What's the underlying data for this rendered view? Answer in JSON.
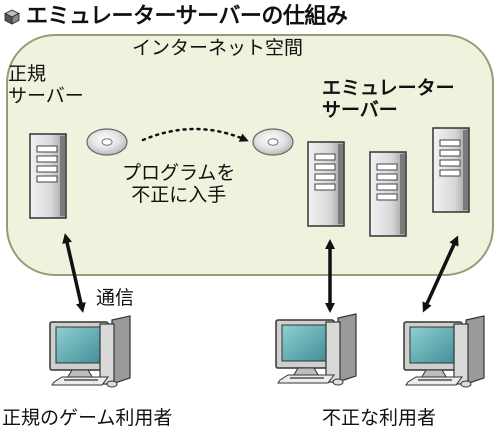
{
  "title": "エミュレーターサーバーの仕組み",
  "labels": {
    "internet": "インターネット空間",
    "legit_server": "正規\nサーバー",
    "emulator_server": "エミュレーター\nサーバー",
    "program_stolen": "プログラムを\n不正に入手",
    "communication": "通信",
    "legit_users": "正規のゲーム利用者",
    "illegal_users": "不正な利用者"
  },
  "icons": {
    "title_marker": "cube-icon",
    "server": "server-tower-icon",
    "disc": "cd-disc-icon",
    "computer": "desktop-computer-icon"
  },
  "colors": {
    "internet_fill": "#eff2dc",
    "internet_stroke": "#9a9a78",
    "monitor_screen": "#64aeb4",
    "metal_light": "#e4e4e4",
    "metal_dark": "#8a8a8a"
  }
}
